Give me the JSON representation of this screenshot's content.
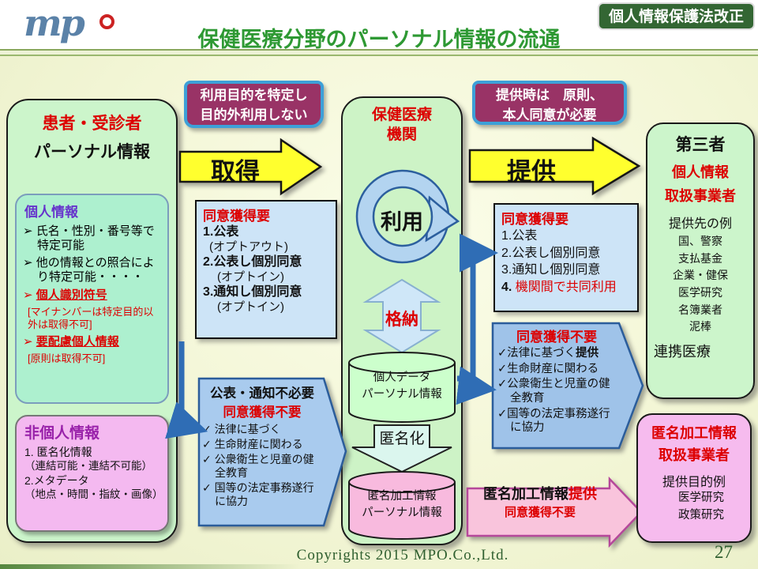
{
  "glyphs": {
    "bullet": "➢",
    "check": "✓"
  },
  "header": {
    "logo": "mp",
    "badge": "個人情報保護法改正",
    "title": "保健医療分野のパーソナル情報の流通"
  },
  "patient": {
    "title": "患者・受診者",
    "subtitle": "パーソナル情報",
    "personal": {
      "title": "個人情報",
      "b1": "氏名・性別・番号等で特定可能",
      "b2": "他の情報との照合により特定可能・・・・",
      "b3": "個人識別符号",
      "n3": "[マイナンバーは特定目的以外は取得不可]",
      "b4": "要配慮個人情報",
      "n4": "[原則は取得不可]"
    },
    "non_personal": {
      "title": "非個人情報",
      "l1": "1. 匿名化情報",
      "l2": "（連結可能・連結不可能）",
      "l3": "2.メタデータ",
      "l4": "（地点・時間・指紋・画像）"
    }
  },
  "acquire": {
    "callout1": "利用目的を特定し",
    "callout2": "目的外利用しない",
    "arrow": "取得",
    "consent": {
      "title": "同意獲得要",
      "l1": "1.公表",
      "l2": "(オプトアウト)",
      "l3": "2.公表し個別同意",
      "l4": "(オプトイン)",
      "l5": "3.通知し個別同意",
      "l6": "(オプトイン)"
    },
    "no_consent": {
      "t1": "公表・通知不必要",
      "t2": "同意獲得不要",
      "i1": "法律に基づく",
      "i2": "生命財産に関わる",
      "i3": "公衆衛生と児童の健全教育",
      "i4": "国等の法定事務遂行に協力"
    }
  },
  "org": {
    "name1": "保健医療",
    "name2": "機関",
    "use": "利用",
    "store": "格納",
    "db_personal1": "個人データ",
    "db_personal2": "パーソナル情報",
    "anonymize": "匿名化",
    "db_anon1": "匿名加工情報",
    "db_anon2": "パーソナル情報"
  },
  "provide": {
    "callout1": "提供時は　原則、",
    "callout2": "本人同意が必要",
    "arrow": "提供",
    "consent": {
      "title": "同意獲得要",
      "l1": "1.公表",
      "l2": "2.公表し個別同意",
      "l3": "3.通知し個別同意",
      "l4num": "4.",
      "l4": "機関間で共同利用"
    },
    "no_consent": {
      "title": "同意獲得不要",
      "i1a": "法律に基づく",
      "i1b": "提供",
      "i2": "生命財産に関わる",
      "i3": "公衆衛生と児童の健全教育",
      "i4": "国等の法定事務遂行に協力"
    },
    "anon_arrow": {
      "black": "匿名加工情報",
      "red": "提供",
      "sub": "同意獲得不要"
    }
  },
  "third_party": {
    "title": "第三者",
    "sub1": "個人情報",
    "sub2": "取扱事業者",
    "examples_title": "提供先の例",
    "ex": [
      "国、警察",
      "支払基金",
      "企業・健保",
      "医学研究",
      "名簿業者",
      "泥棒"
    ],
    "footer": "連携医療"
  },
  "anon_handler": {
    "t1": "匿名加工情報",
    "t2": "取扱事業者",
    "examples_title": "提供目的例",
    "ex": [
      "医学研究",
      "政策研究"
    ]
  },
  "footer": {
    "copyright": "Copyrights 2015 MPO.Co.,Ltd.",
    "page": "27"
  },
  "colors": {
    "title_green": "#2e9933",
    "badge_bg": "#336633",
    "red_text": "#dd0000",
    "callout_bg": "#993366",
    "callout_border": "#3da0d8",
    "yellow_arrow": "#ffff2e",
    "blue_box": "#cde4f7",
    "blue_arrow_box": "#a6c8ec",
    "green_box": "#ccf5cb",
    "teal_box": "#adf0cf",
    "pink_box": "#f4b9f0",
    "pink_cylinder": "#f8bade",
    "connector_blue": "#2f6db5"
  }
}
